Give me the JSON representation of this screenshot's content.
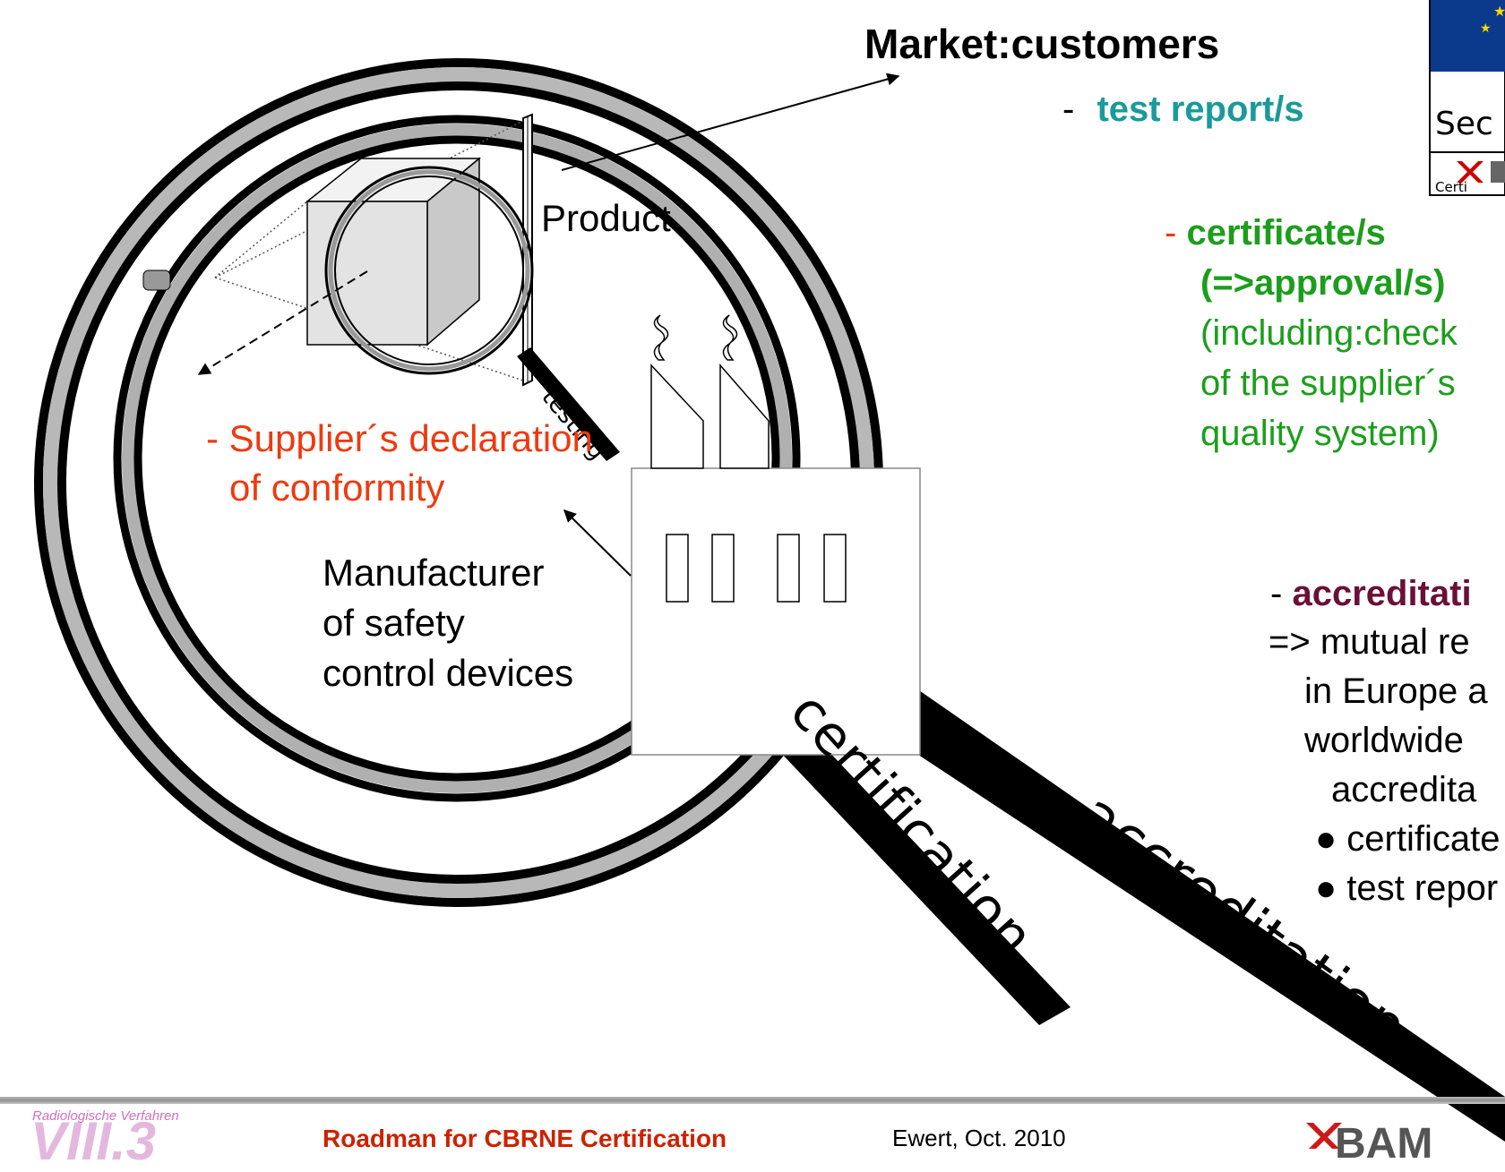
{
  "title": "Market:customers",
  "test_report": {
    "dash": "-",
    "label": "test report/s"
  },
  "certificate": {
    "dash": "-",
    "line1": "certificate/s",
    "line2": "(=>approval/s)",
    "line3": "(including:check",
    "line4": "of the supplier´s",
    "line5": "quality system)"
  },
  "product_label": "Product",
  "testing_label": "testing",
  "supplier_decl": {
    "line1": "- Supplier´s declaration",
    "line2": "of conformity"
  },
  "manufacturer": {
    "line1": "Manufacturer",
    "line2": "of safety",
    "line3": "control devices"
  },
  "certification_label": "certification",
  "accreditation_label": "accreditation",
  "accreditation_block": {
    "dash": "-",
    "heading": "accreditati",
    "line1": "=> mutual re",
    "line2": "in Europe a",
    "line3": "worldwide",
    "line4": "accredita",
    "bullet1": "● certificate",
    "bullet2": "● test repor"
  },
  "logo_partial": {
    "sec_text": "Sec",
    "cert_text": "Certi"
  },
  "footer": {
    "subtitle": "Radiologische Verfahren",
    "section_code": "VIII.3",
    "title": "Roadman for CBRNE Certification",
    "author": "Ewert, Oct. 2010",
    "bam_logo": "BAM"
  },
  "colors": {
    "teal": "#1a9a9a",
    "green": "#1c9e1c",
    "red_orange": "#ee3a10",
    "dark_red": "#6a1036",
    "footer_red": "#cc2200",
    "pink": "#d070c0"
  }
}
